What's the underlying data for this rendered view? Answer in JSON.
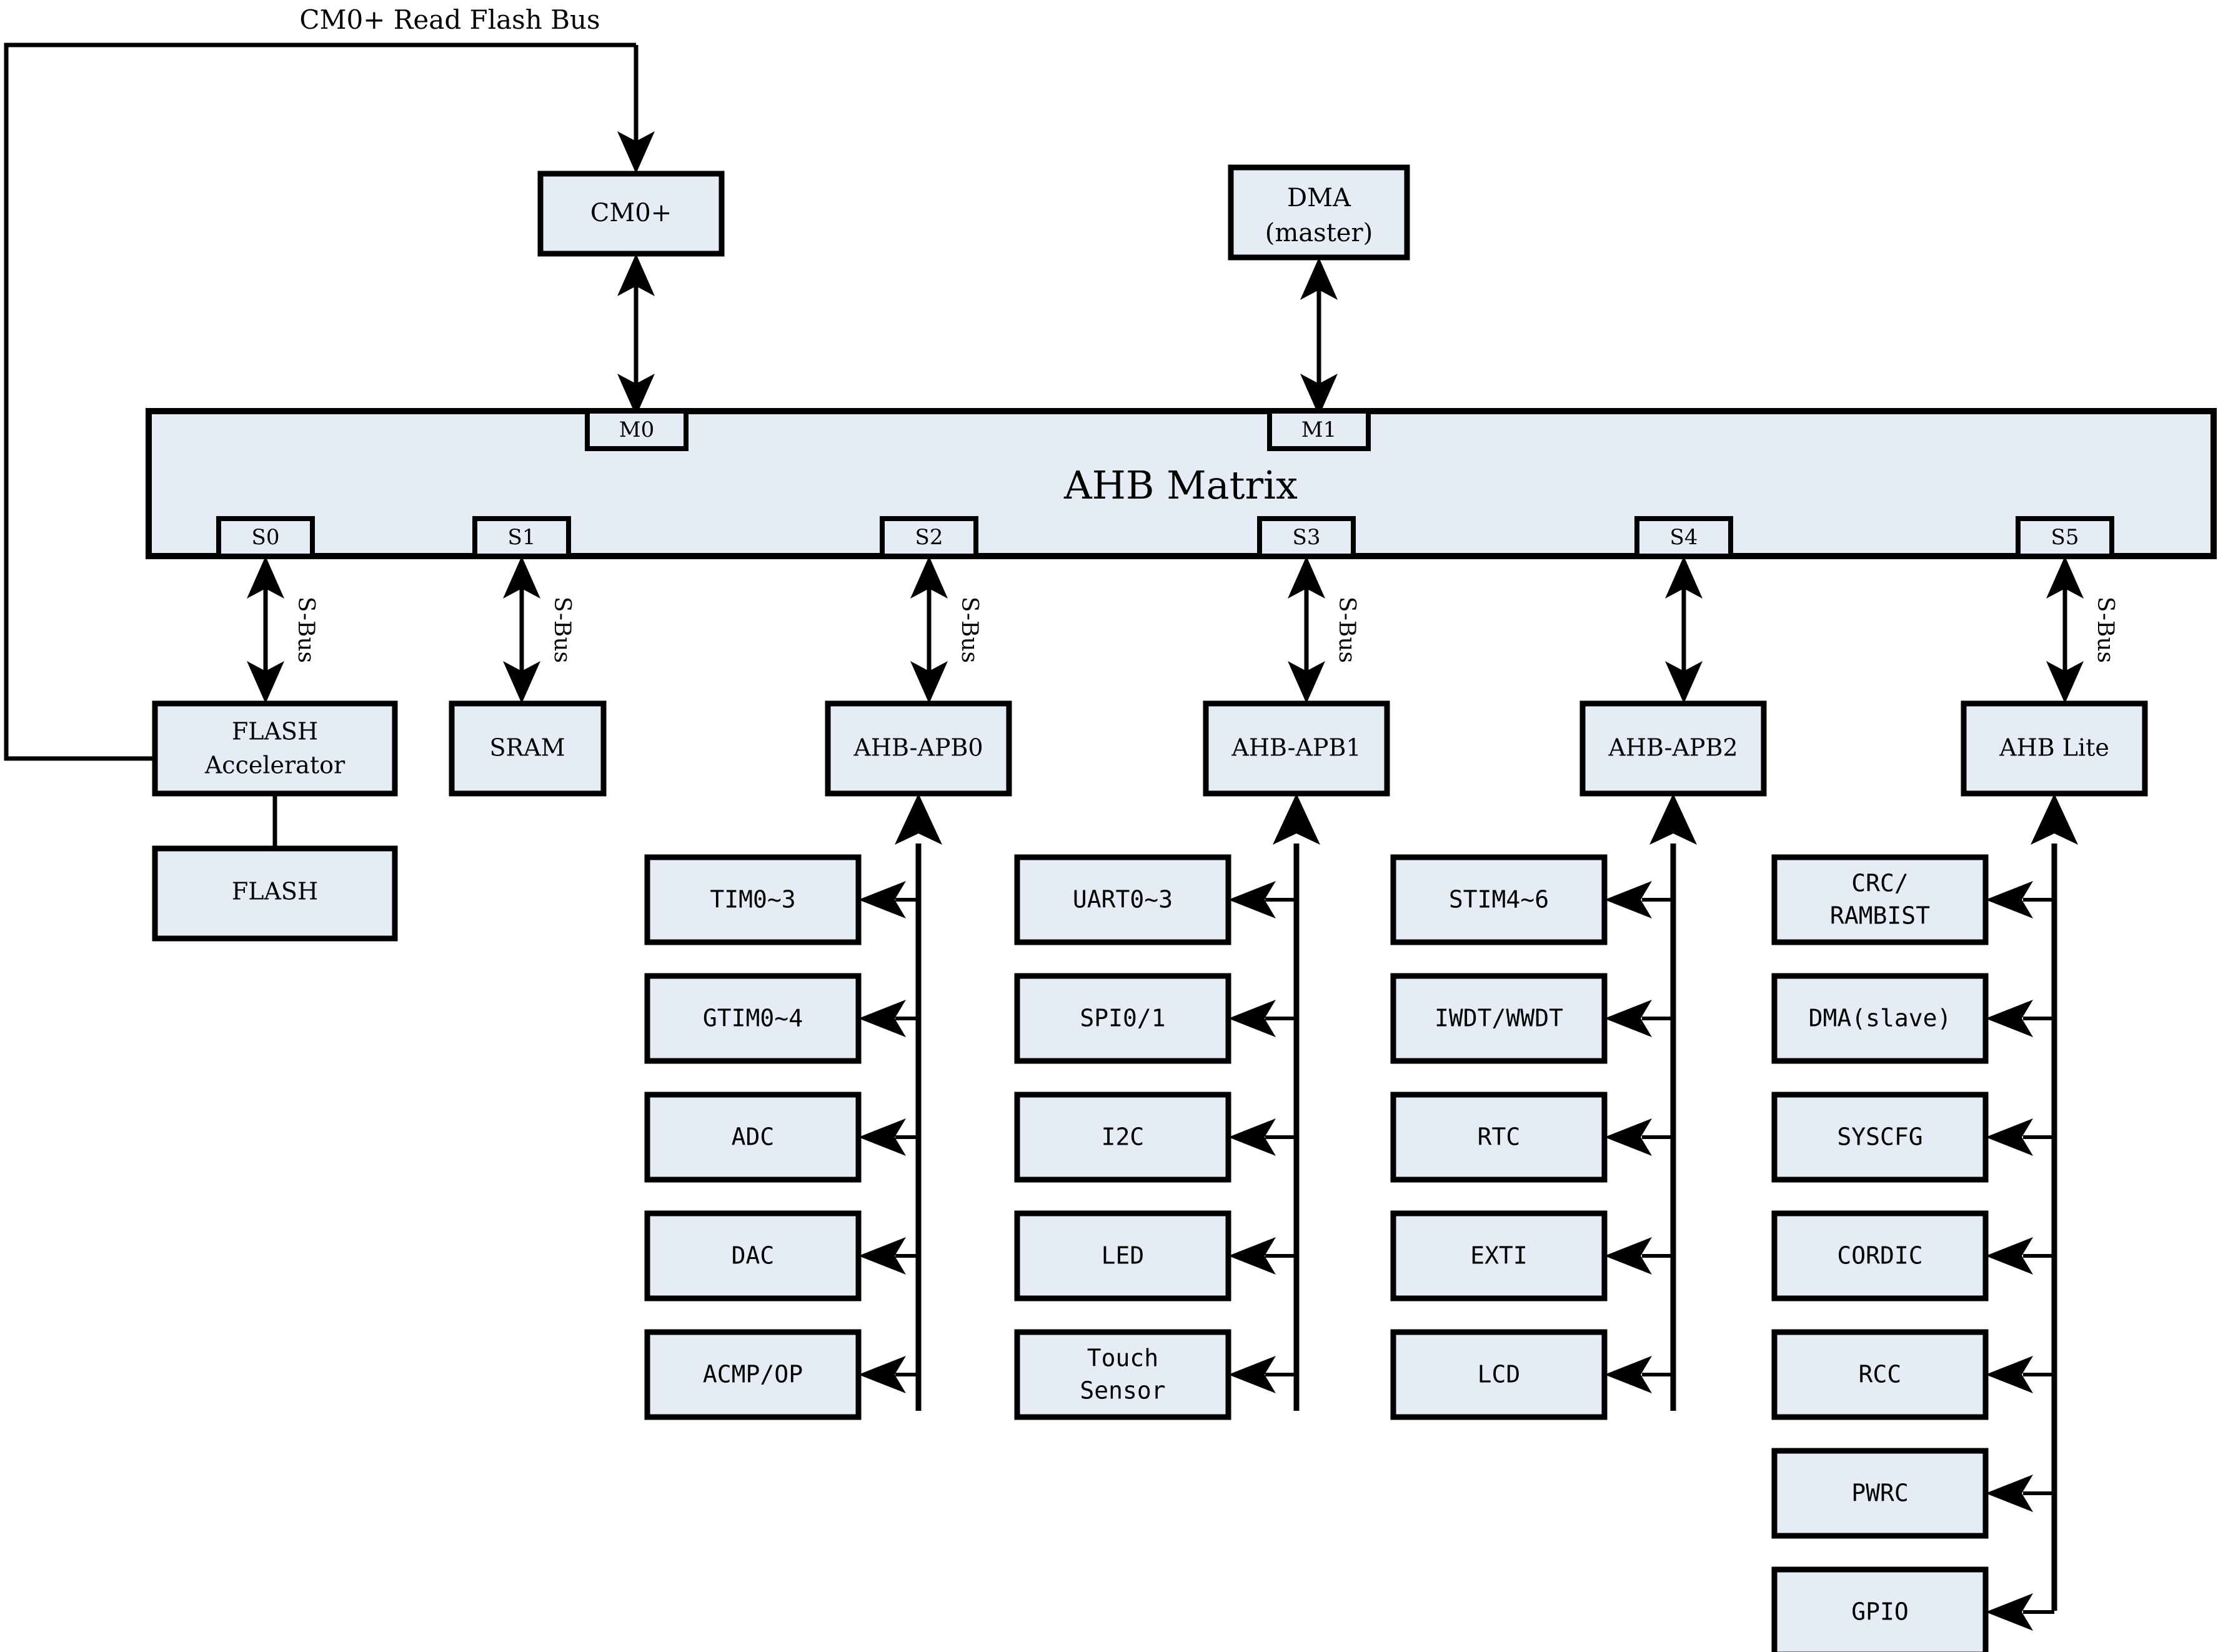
{
  "diagram": {
    "title_note": "CM0+ Read Flash Bus",
    "matrix": {
      "label": "AHB Matrix"
    },
    "masters": [
      {
        "id": "cm0",
        "label": "CM0+",
        "port": "M0"
      },
      {
        "id": "dma",
        "label": "DMA\n(master)",
        "label_line1": "DMA",
        "label_line2": "(master)",
        "port": "M1"
      }
    ],
    "slave_ports": [
      {
        "id": "S0",
        "label": "S0",
        "bus_label": "S-Bus"
      },
      {
        "id": "S1",
        "label": "S1",
        "bus_label": "S-Bus"
      },
      {
        "id": "S2",
        "label": "S2",
        "bus_label": "S-Bus"
      },
      {
        "id": "S3",
        "label": "S3",
        "bus_label": "S-Bus"
      },
      {
        "id": "S4",
        "label": "S4",
        "bus_label": ""
      },
      {
        "id": "S5",
        "label": "S5",
        "bus_label": "S-Bus"
      }
    ],
    "slaves": [
      {
        "id": "flashacc",
        "port": "S0",
        "label_line1": "FLASH",
        "label_line2": "Accelerator"
      },
      {
        "id": "sram",
        "port": "S1",
        "label_line1": "SRAM",
        "label_line2": ""
      },
      {
        "id": "apb0",
        "port": "S2",
        "label_line1": "AHB-APB0",
        "label_line2": ""
      },
      {
        "id": "apb1",
        "port": "S3",
        "label_line1": "AHB-APB1",
        "label_line2": ""
      },
      {
        "id": "apb2",
        "port": "S4",
        "label_line1": "AHB-APB2",
        "label_line2": ""
      },
      {
        "id": "ahblite",
        "port": "S5",
        "label_line1": "AHB Lite",
        "label_line2": ""
      }
    ],
    "flash": {
      "label": "FLASH"
    },
    "peripheral_columns": [
      {
        "bridge": "apb0",
        "items": [
          {
            "line1": "TIM0~3",
            "line2": ""
          },
          {
            "line1": "GTIM0~4",
            "line2": ""
          },
          {
            "line1": "ADC",
            "line2": ""
          },
          {
            "line1": "DAC",
            "line2": ""
          },
          {
            "line1": "ACMP/OP",
            "line2": ""
          }
        ]
      },
      {
        "bridge": "apb1",
        "items": [
          {
            "line1": "UART0~3",
            "line2": ""
          },
          {
            "line1": "SPI0/1",
            "line2": ""
          },
          {
            "line1": "I2C",
            "line2": ""
          },
          {
            "line1": "LED",
            "line2": ""
          },
          {
            "line1": "Touch",
            "line2": "Sensor"
          }
        ]
      },
      {
        "bridge": "apb2",
        "items": [
          {
            "line1": "STIM4~6",
            "line2": ""
          },
          {
            "line1": "IWDT/WWDT",
            "line2": ""
          },
          {
            "line1": "RTC",
            "line2": ""
          },
          {
            "line1": "EXTI",
            "line2": ""
          },
          {
            "line1": "LCD",
            "line2": ""
          }
        ]
      },
      {
        "bridge": "ahblite",
        "items": [
          {
            "line1": "CRC/",
            "line2": "RAMBIST"
          },
          {
            "line1": "DMA(slave)",
            "line2": ""
          },
          {
            "line1": "SYSCFG",
            "line2": ""
          },
          {
            "line1": "CORDIC",
            "line2": ""
          },
          {
            "line1": "RCC",
            "line2": ""
          },
          {
            "line1": "PWRC",
            "line2": ""
          },
          {
            "line1": "GPIO",
            "line2": ""
          }
        ]
      }
    ],
    "colors": {
      "box_fill": "#e6ecf6",
      "box_stroke": "#000000",
      "background": "#ffffff",
      "text": "#000000"
    }
  }
}
